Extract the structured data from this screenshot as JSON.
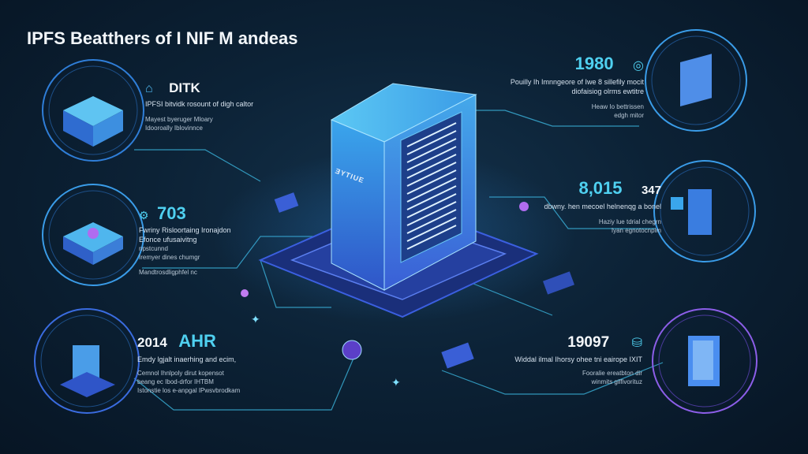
{
  "title": "IPFS Beatthers of I NIF M andeas",
  "server": {
    "label": "ƎYTIUE"
  },
  "left_items": [
    {
      "icon": "house-icon",
      "heading": "DITK",
      "desc": [
        "IPFSI bitvidk rosount of digh caltor"
      ],
      "sub": [
        "Mayest byeruger Mloary",
        "Idooroally Iblovinnce"
      ]
    },
    {
      "icon": "robot-icon",
      "heading": "703",
      "desc": [
        "Fwriny Risloortaing Ironajdon",
        "Efonce ufusaivitng"
      ],
      "sub": [
        "npstcunnd",
        "Iremyer dines chumgr",
        "Mandtrosdligphfel nc"
      ]
    },
    {
      "icon": "",
      "year": "2014",
      "heading": "AHR",
      "desc": [
        "Emdy lgjalt inaerhing and ecim,"
      ],
      "sub": [
        "Cemnol Ihnlpoly dirut kopensot",
        "beang ec Ibod-drfor IHTBM",
        "Istonstie los e-anpgal IPwsvbrodkam"
      ]
    }
  ],
  "right_items": [
    {
      "icon": "globe-icon",
      "heading": "1980",
      "desc": [
        "Pouilly Ih Imnngeore of Iwe 8 sillefily mocit",
        "diofaisiog olrms ewtitre"
      ],
      "sub": [
        "Heaw Io bettrissen",
        "edgh mitor"
      ]
    },
    {
      "icon": "",
      "heading": "8,015",
      "extra": "347",
      "desc": [
        "dbwny. hen mecoel helnenqg a bonel"
      ],
      "sub": [
        "Haziy lue tdrial chegrn",
        "Iyan egnotocnplm"
      ]
    },
    {
      "icon": "database-icon",
      "heading": "19097",
      "desc": [
        "Widdal ilmal Ihorsy ohee tni eairope IXIT"
      ],
      "sub": [
        "Fooralie ereatbton dir",
        "winmits gilfivorituz"
      ]
    }
  ],
  "colors": {
    "accent": "#4fd0f0",
    "server": "#3d8fe0",
    "purple": "#b06cf0",
    "background": "#0c2236"
  }
}
